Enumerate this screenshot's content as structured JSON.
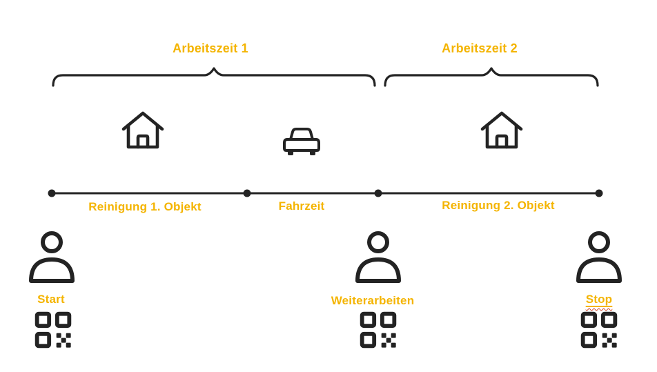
{
  "colors": {
    "accent": "#F4B400",
    "ink": "#232323",
    "background": "#FFFFFF",
    "spellcheck_underline": "#CC4125"
  },
  "work_periods": [
    {
      "label": "Arbeitszeit 1"
    },
    {
      "label": "Arbeitszeit 2"
    }
  ],
  "timeline_segments": [
    {
      "label": "Reinigung 1. Objekt",
      "icon": "house-icon"
    },
    {
      "label": "Fahrzeit",
      "icon": "car-icon"
    },
    {
      "label": "Reinigung 2. Objekt",
      "icon": "house-icon"
    }
  ],
  "event_markers": [
    {
      "label": "Start",
      "icons": [
        "person-icon",
        "qr-code-icon"
      ]
    },
    {
      "label": "Weiterarbeiten",
      "icons": [
        "person-icon",
        "qr-code-icon"
      ]
    },
    {
      "label": "Stop",
      "underlined": true,
      "icons": [
        "person-icon",
        "qr-code-icon"
      ]
    }
  ]
}
